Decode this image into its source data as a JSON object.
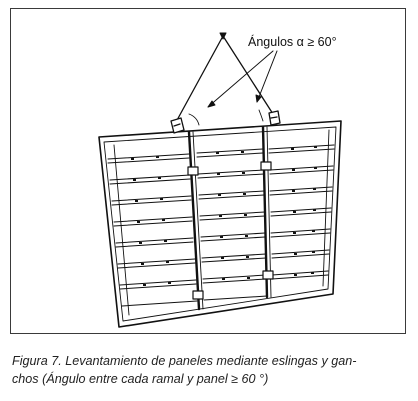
{
  "figure": {
    "angle_label": "Ángulos α ≥ 60°",
    "caption_line1": "Figura 7. Levantamiento de paneles mediante eslingas y gan-",
    "caption_line2": "chos (Ángulo entre cada ramal y panel ≥ 60 °)"
  }
}
